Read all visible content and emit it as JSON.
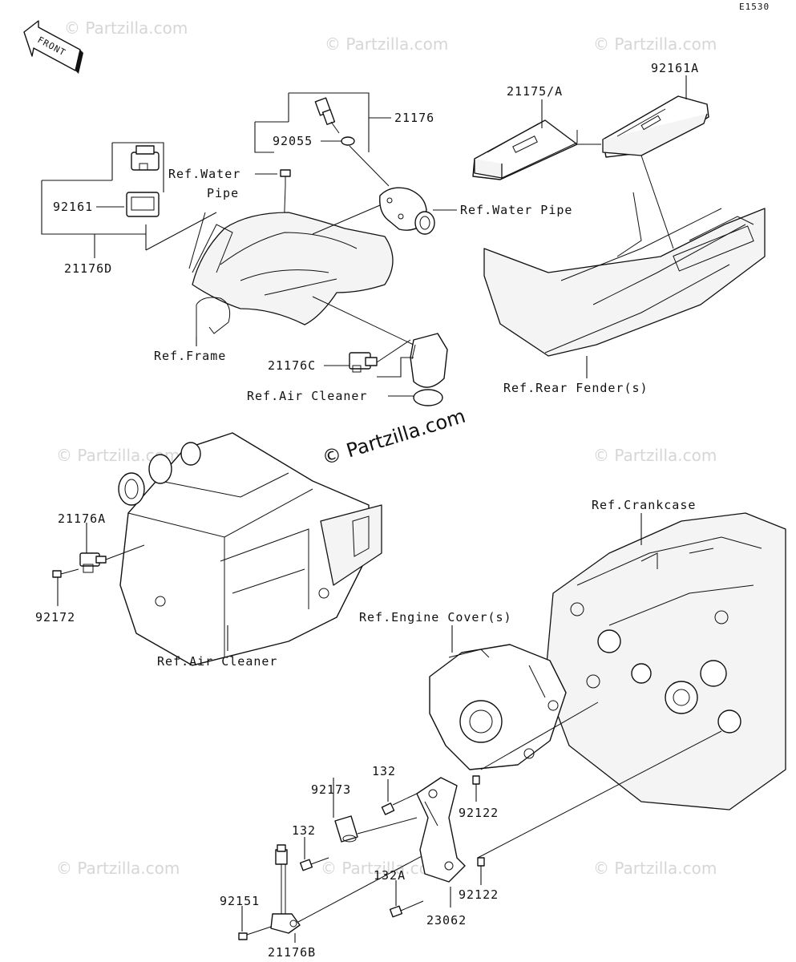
{
  "diagram_code": "E1530",
  "front_label": "FRONT",
  "watermark": "© Partzilla.com",
  "labels": {
    "p21176": "21176",
    "p92055": "92055",
    "p21175A": "21175/A",
    "p92161A": "92161A",
    "p92161": "92161",
    "p21176D": "21176D",
    "ref_water_1": "Ref.Water",
    "ref_water_1b": "Pipe",
    "ref_water_2": "Ref.Water Pipe",
    "ref_frame": "Ref.Frame",
    "p21176C": "21176C",
    "ref_air_1": "Ref.Air Cleaner",
    "ref_rear_fender": "Ref.Rear Fender(s)",
    "ref_crankcase": "Ref.Crankcase",
    "p21176A": "21176A",
    "p92172": "92172",
    "ref_air_2": "Ref.Air Cleaner",
    "ref_engine_cover": "Ref.Engine Cover(s)",
    "p132_a": "132",
    "p92173": "92173",
    "p92122_a": "92122",
    "p132_b": "132",
    "p132A": "132A",
    "p92151": "92151",
    "p92122_b": "92122",
    "p23062": "23062",
    "p21176B": "21176B"
  }
}
